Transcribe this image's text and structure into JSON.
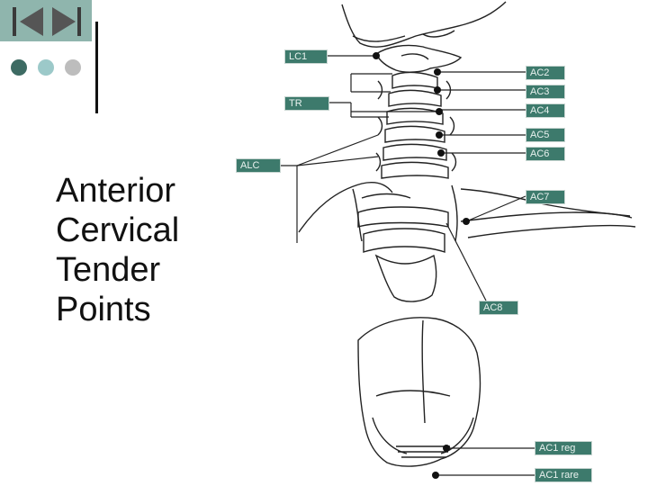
{
  "slide": {
    "title_lines": [
      "Anterior",
      "Cervical",
      "Tender",
      "Points"
    ],
    "colors": {
      "tag_fill": "#3d7a6c",
      "accent_square": "#8fb5ad",
      "dot_dark": "#3d6b63",
      "dot_light": "#9cc9c9",
      "dot_grey": "#bdbdbd"
    }
  },
  "labels": {
    "lc1": "LC1",
    "ac2": "AC2",
    "ac3": "AC3",
    "tr": "TR",
    "ac4": "AC4",
    "ac5": "AC5",
    "ac6": "AC6",
    "alc": "ALC",
    "ac7": "AC7",
    "ac8": "AC8",
    "ac1_reg": "AC1 reg",
    "ac1_rare": "AC1 rare"
  }
}
